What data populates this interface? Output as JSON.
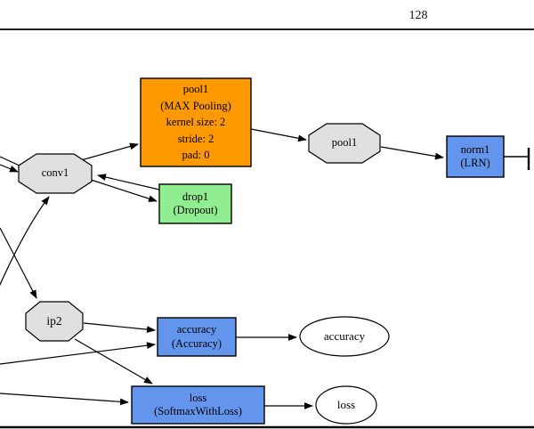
{
  "page": {
    "top_label": "128"
  },
  "colors": {
    "pooling_orange": "#FF9900",
    "neuron_green": "#90EE90",
    "layer_blue": "#6495ED",
    "blob_gray": "#E0E0E0",
    "output_white": "#FFFFFF",
    "edge_black": "#000000"
  },
  "nodes": {
    "conv1_blob": {
      "label": "conv1"
    },
    "pool1_layer": {
      "lines": [
        "pool1",
        "(MAX Pooling)",
        "kernel size: 2",
        "stride: 2",
        "pad: 0"
      ]
    },
    "drop1_layer": {
      "line1": "drop1",
      "line2": "(Dropout)"
    },
    "pool1_blob": {
      "label": "pool1"
    },
    "norm1_layer": {
      "line1": "norm1",
      "line2": "(LRN)"
    },
    "ip2_blob": {
      "label": "ip2"
    },
    "accuracy_layer": {
      "line1": "accuracy",
      "line2": "(Accuracy)"
    },
    "accuracy_output": {
      "label": "accuracy"
    },
    "loss_layer": {
      "line1": "loss",
      "line2": "(SoftmaxWithLoss)"
    },
    "loss_output": {
      "label": "loss"
    }
  }
}
